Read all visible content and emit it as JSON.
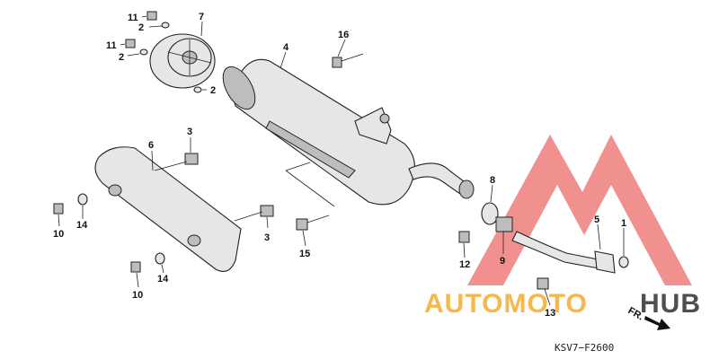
{
  "diagram": {
    "code": "KSV7−F2600",
    "direction_label": "FR.",
    "callouts": {
      "c11a": "11",
      "c2a": "2",
      "c7": "7",
      "c11b": "11",
      "c2b": "2",
      "c2c": "2",
      "c4": "4",
      "c16": "16",
      "c6": "6",
      "c3a": "3",
      "c3b": "3",
      "c10a": "10",
      "c14a": "14",
      "c10b": "10",
      "c14b": "14",
      "c15": "15",
      "c8": "8",
      "c12": "12",
      "c9": "9",
      "c5": "5",
      "c1": "1",
      "c13": "13"
    }
  },
  "watermark": {
    "text_orange": "AUTOMOTO",
    "text_dark": "HUB",
    "color_orange": "#f5a623",
    "color_red": "#e53935",
    "color_dark": "#222222"
  }
}
